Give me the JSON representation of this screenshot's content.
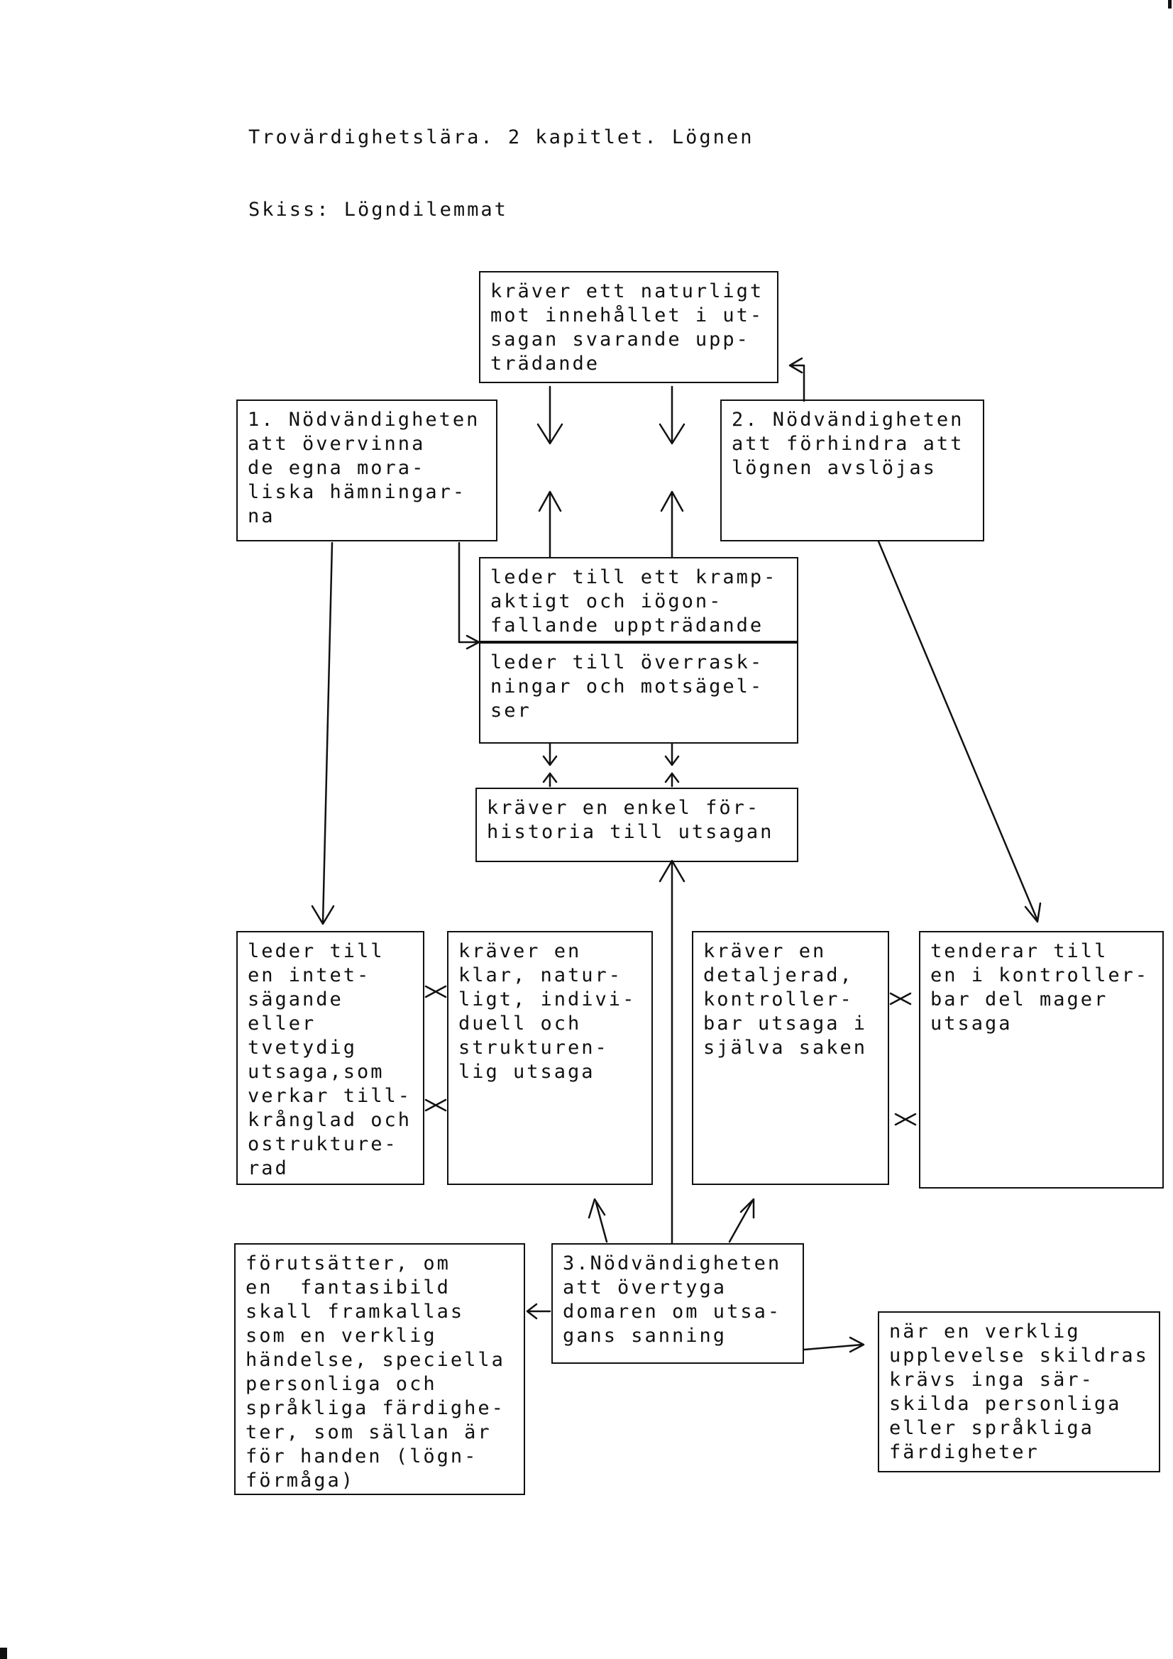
{
  "header": {
    "title": "Trovärdighetslära. 2 kapitlet. Lögnen",
    "subtitle": "Skiss: Lögndilemmat"
  },
  "boxes": {
    "kraver_naturligt": "kräver ett naturligt\nmot innehållet i ut-\nsagan svarande upp-\nträdande",
    "nodvandighet_1": "1. Nödvändigheten\natt övervinna\nde egna mora-\nliska hämningar-\nna",
    "nodvandighet_2": "2. Nödvändigheten\natt förhindra att\nlögnen avslöjas",
    "krampaktigt": "leder till ett kramp-\naktigt och iögon-\nfallande uppträdande",
    "overraskningar": "leder till överrask-\nningar och motsägel-\nser",
    "forhistoria": "kräver en enkel för-\nhistoria till utsagan",
    "intetsagande": "leder till\nen intet-\nsägande\neller\ntvetydig\nutsaga,som\nverkar till-\nkrånglad och\nostrukture-\nrad",
    "klar_utsaga": "kräver en\nklar, natur-\nligt, indivi-\nduell och\nstrukturen-\nlig utsaga",
    "detaljerad": "kräver en\ndetaljerad,\nkontroller-\nbar utsaga i\nsjälva saken",
    "mager": "tenderar till\nen i kontroller-\nbar del mager\nutsaga",
    "nodvandighet_3": "3.Nödvändigheten\natt övertyga\ndomaren om utsa-\ngans sanning",
    "forutsatter": "förutsätter, om\nen  fantasibild\nskall framkallas\nsom en verklig\nhändelse, speciella\npersonliga och\nspråkliga färdighe-\nter, som sällan är\nför handen (lögn-\nförmåga)",
    "verklig_upplevelse": "när en verklig\nupplevelse skildras\nkrävs inga sär-\nskilda personliga\neller språkliga\nfärdigheter"
  }
}
